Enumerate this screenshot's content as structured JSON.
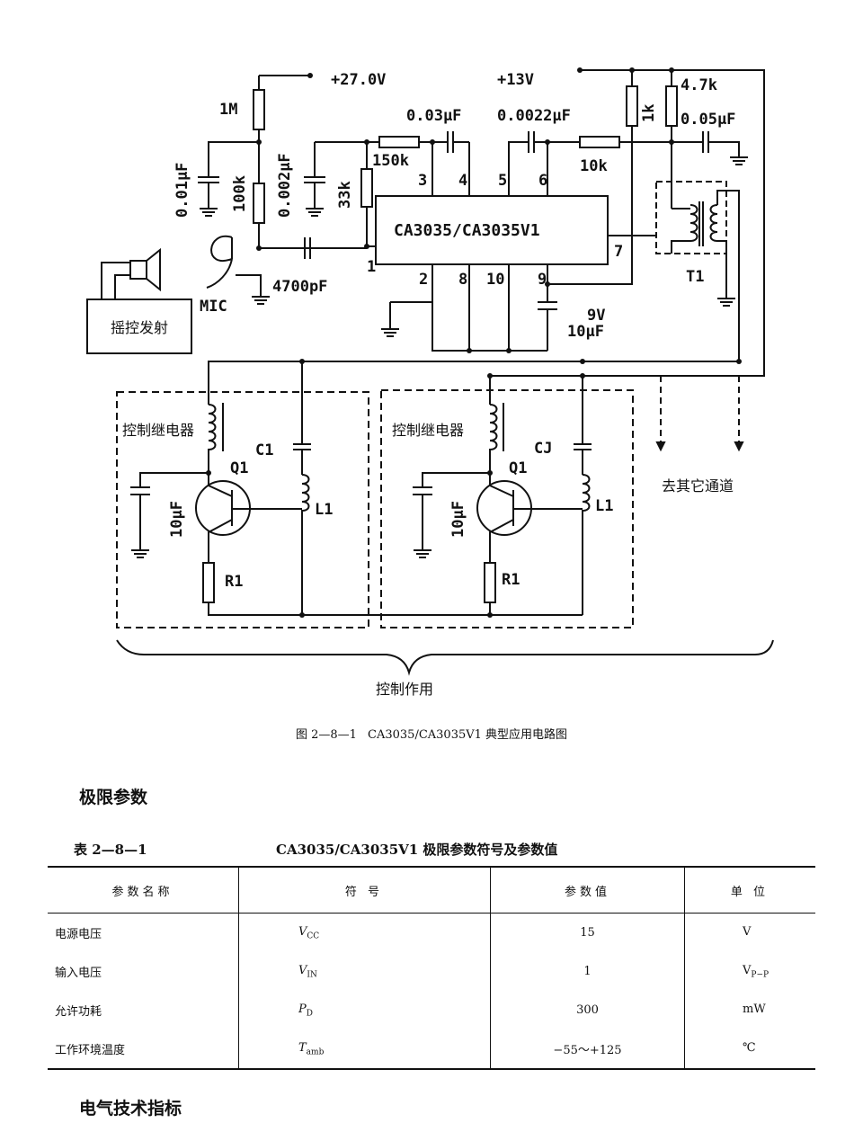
{
  "schematic": {
    "supply_27v": "+27.0V",
    "supply_13v": "+13V",
    "ic_name": "CA3035/CA3035V1",
    "resistors": {
      "r1m": "1M",
      "r100k": "100k",
      "r33k": "33k",
      "r150k": "150k",
      "r10k": "10k",
      "r1k": "1k",
      "r47k": "4.7k",
      "r1": "R1"
    },
    "capacitors": {
      "c001": "0.01μF",
      "c0002": "0.002μF",
      "c003": "0.03μF",
      "c00022": "0.0022μF",
      "c005": "0.05μF",
      "c4700": "4700pF",
      "cel": "10μF",
      "cel_v": "9V",
      "c1": "C1",
      "c1b": "CJ",
      "c10u": "10μF"
    },
    "pins": {
      "p1": "1",
      "p2": "2",
      "p3": "3",
      "p4": "4",
      "p5": "5",
      "p6": "6",
      "p7": "7",
      "p8": "8",
      "p9": "9",
      "p10": "10"
    },
    "labels": {
      "mic": "MIC",
      "transformer": "T1",
      "transmitter": "摇控发射",
      "relay": "控制继电器",
      "q1": "Q1",
      "l1": "L1",
      "other_channels": "去其它通道",
      "control_action": "控制作用"
    }
  },
  "figure_caption": {
    "number": "图 2—8—1",
    "text": "CA3035/CA3035V1 典型应用电路图"
  },
  "section_limits": "极限参数",
  "table": {
    "number": "表 2—8—1",
    "title": "CA3035/CA3035V1 极限参数符号及参数值",
    "headers": [
      "参数名称",
      "符 号",
      "参数值",
      "单 位"
    ],
    "rows": [
      {
        "name": "电源电压",
        "sym": "V",
        "sub": "CC",
        "value": "15",
        "unit": "V",
        "unit_sub": ""
      },
      {
        "name": "输入电压",
        "sym": "V",
        "sub": "IN",
        "value": "1",
        "unit": "V",
        "unit_sub": "P−P"
      },
      {
        "name": "允许功耗",
        "sym": "P",
        "sub": "D",
        "value": "300",
        "unit": "mW",
        "unit_sub": ""
      },
      {
        "name": "工作环境温度",
        "sym": "T",
        "sub": "amb",
        "value": "−55～+125",
        "unit": "℃",
        "unit_sub": ""
      }
    ]
  },
  "section_electrical": "电气技术指标"
}
